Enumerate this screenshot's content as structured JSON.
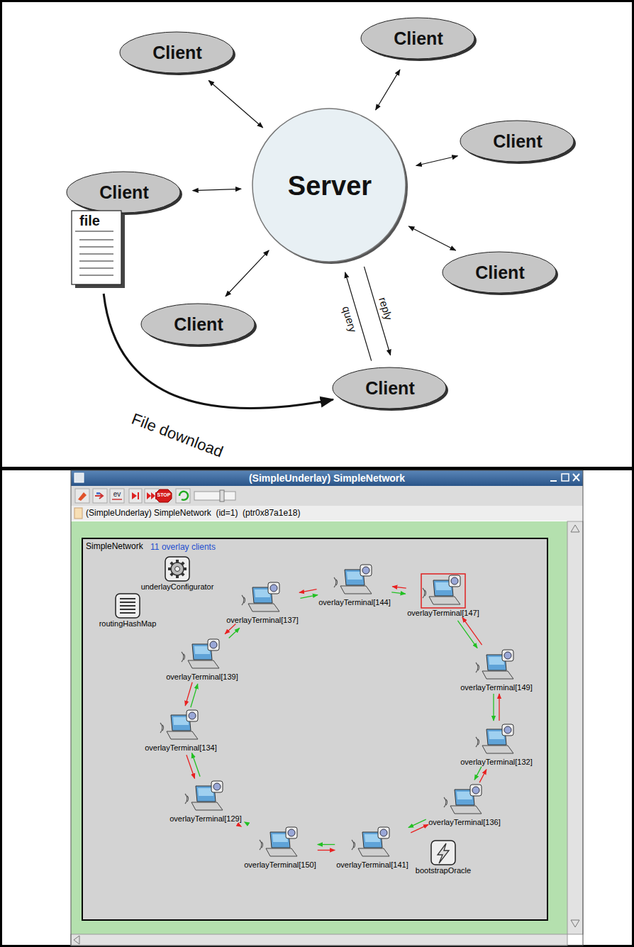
{
  "diagram": {
    "nodes": [
      {
        "text": [
          "Server"
        ]
      },
      {
        "text": [
          "Client"
        ]
      },
      {
        "text": [
          "Client"
        ]
      },
      {
        "text": [
          "Client"
        ]
      },
      {
        "text": [
          "Client"
        ]
      },
      {
        "text": [
          "Client"
        ]
      },
      {
        "text": [
          "Client"
        ]
      },
      {
        "text": [
          "Client"
        ]
      },
      {
        "text": [
          "file"
        ]
      },
      {
        "text": [
          "(SimpleUnderlay) SimpleNetwork"
        ]
      },
      {
        "text": [
          "SimpleNetwork"
        ],
        "in": 9
      },
      {
        "text": [
          "underlayConfigurator"
        ],
        "in": 10
      },
      {
        "text": [
          "routingHashMap"
        ],
        "in": 10
      },
      {
        "text": [
          "bootstrapOracle"
        ],
        "in": 10
      },
      {
        "text": [
          "overlayTerminal[144]"
        ],
        "in": 10
      },
      {
        "text": [
          "overlayTerminal[147]"
        ],
        "in": 10
      },
      {
        "text": [
          "overlayTerminal[149]"
        ],
        "in": 10
      },
      {
        "text": [
          "overlayTerminal[132]"
        ],
        "in": 10
      },
      {
        "text": [
          "overlayTerminal[136]"
        ],
        "in": 10
      },
      {
        "text": [
          "overlayTerminal[141]"
        ],
        "in": 10
      },
      {
        "text": [
          "overlayTerminal[150]"
        ],
        "in": 10
      },
      {
        "text": [
          "overlayTerminal[129]"
        ],
        "in": 10
      },
      {
        "text": [
          "overlayTerminal[134]"
        ],
        "in": 10
      },
      {
        "text": [
          "overlayTerminal[139]"
        ],
        "in": 10
      },
      {
        "text": [
          "overlayTerminal[137]"
        ],
        "in": 10
      }
    ],
    "edges": [
      {
        "from": 1,
        "to": 0,
        "arrow": "both"
      },
      {
        "from": 2,
        "to": 0,
        "arrow": "both"
      },
      {
        "from": 3,
        "to": 0,
        "arrow": "both"
      },
      {
        "from": 4,
        "to": 0,
        "arrow": "both"
      },
      {
        "from": 5,
        "to": 0,
        "arrow": "both"
      },
      {
        "from": 6,
        "to": 0,
        "arrow": "both"
      },
      {
        "from": 7,
        "to": 0,
        "label": "query",
        "arrow": "to"
      },
      {
        "from": 0,
        "to": 7,
        "label": "reply",
        "arrow": "to"
      },
      {
        "from": 8,
        "to": 7,
        "label": "File download",
        "arrow": "to"
      },
      {
        "from": 24,
        "to": 14,
        "arrow": "to"
      },
      {
        "from": 14,
        "to": 15,
        "arrow": "to"
      },
      {
        "from": 15,
        "to": 16,
        "arrow": "to"
      },
      {
        "from": 16,
        "to": 17,
        "arrow": "to"
      },
      {
        "from": 17,
        "to": 18,
        "arrow": "to"
      },
      {
        "from": 18,
        "to": 19,
        "arrow": "to"
      },
      {
        "from": 19,
        "to": 20,
        "arrow": "to"
      },
      {
        "from": 20,
        "to": 21,
        "arrow": "to"
      },
      {
        "from": 21,
        "to": 22,
        "arrow": "to"
      },
      {
        "from": 22,
        "to": 23,
        "arrow": "to"
      },
      {
        "from": 23,
        "to": 24,
        "arrow": "to"
      },
      {
        "from": 14,
        "to": 24,
        "arrow": "to"
      },
      {
        "from": 24,
        "to": 23,
        "arrow": "to"
      },
      {
        "from": 23,
        "to": 22,
        "arrow": "to"
      },
      {
        "from": 22,
        "to": 21,
        "arrow": "to"
      },
      {
        "from": 21,
        "to": 20,
        "arrow": "to"
      },
      {
        "from": 20,
        "to": 19,
        "arrow": "to"
      },
      {
        "from": 19,
        "to": 18,
        "arrow": "to"
      },
      {
        "from": 18,
        "to": 17,
        "arrow": "to"
      },
      {
        "from": 17,
        "to": 16,
        "arrow": "to"
      },
      {
        "from": 16,
        "to": 15,
        "arrow": "to"
      },
      {
        "from": 15,
        "to": 14,
        "arrow": "to"
      }
    ],
    "labels": [
      "(SimpleUnderlay) SimpleNetwork  (id=1)  (ptr0x87a1e18)",
      "11 overlay clients",
      "ev",
      "STOP"
    ]
  }
}
